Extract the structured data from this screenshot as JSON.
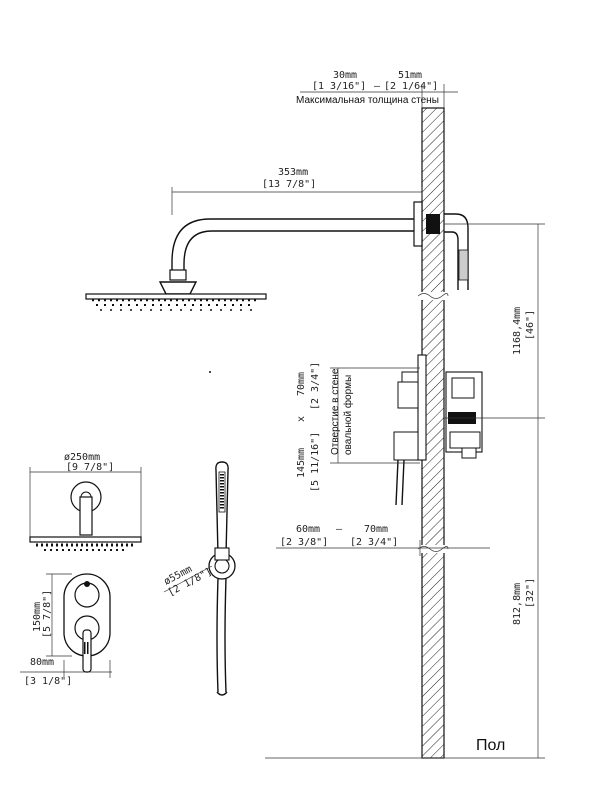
{
  "wall": {
    "thickness_min": "30mm",
    "thickness_max": "51mm",
    "thickness_min_in": "[1 3/16\"]",
    "thickness_max_in": "[2 1/64\"]",
    "dash": "—",
    "label": "Максимальная толщина стены"
  },
  "arm": {
    "length": "353mm",
    "length_in": "[13 7/8\"]"
  },
  "heights": {
    "shower_mm": "1168,4mm",
    "shower_in": "[46\"]",
    "valve_mm": "812,8mm",
    "valve_in": "[32\"]"
  },
  "cutout": {
    "label_line1": "Отверстие в стене",
    "label_line2": "овальной формы",
    "height_mm": "145mm",
    "x": "x",
    "width_mm": "70mm",
    "height_in": "[5 11/16\"]",
    "width_in": "[2 3/4\"]"
  },
  "depth": {
    "min": "60mm",
    "max": "70mm",
    "min_in": "[2 3/8\"]",
    "max_in": "[2 3/4\"]",
    "dash": "—"
  },
  "head": {
    "diameter": "ø250mm",
    "diameter_in": "[9 7/8\"]"
  },
  "plate": {
    "height": "150mm",
    "height_in": "[5 7/8\"]",
    "width": "80mm",
    "width_in": "[3 1/8\"]"
  },
  "hand": {
    "diameter": "ø55mm",
    "diameter_in": "[2 1/8\"]"
  },
  "floor": {
    "label": "Пол"
  }
}
